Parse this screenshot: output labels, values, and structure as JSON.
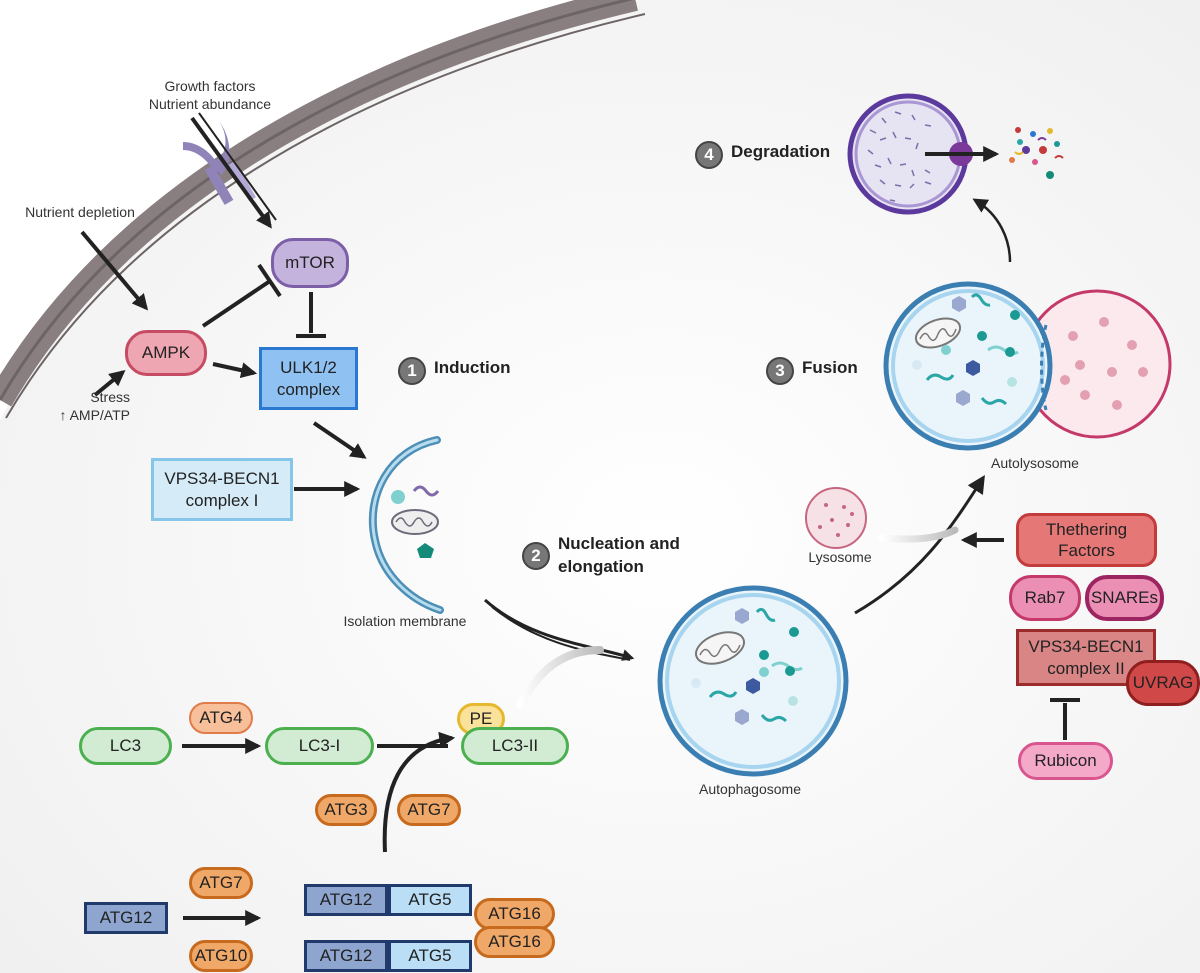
{
  "steps": [
    {
      "number": "1",
      "label": "Induction"
    },
    {
      "number": "2",
      "label": "Nucleation and\nelongation"
    },
    {
      "number": "3",
      "label": "Fusion"
    },
    {
      "number": "4",
      "label": "Degradation"
    }
  ],
  "labels": {
    "growth_factors": "Growth factors\nNutrient abundance",
    "nutrient_depletion": "Nutrient depletion",
    "stress": "Stress\n↑ AMP/ATP",
    "isolation_membrane": "Isolation membrane",
    "autophagosome": "Autophagosome",
    "autolysosome": "Autolysosome",
    "lysosome": "Lysosome"
  },
  "nodes": {
    "mtor": "mTOR",
    "ampk": "AMPK",
    "ulk": "ULK1/2\ncomplex",
    "vps34_1": "VPS34-BECN1\ncomplex I",
    "lc3": "LC3",
    "atg4": "ATG4",
    "lc3_i": "LC3-I",
    "pe": "PE",
    "lc3_ii": "LC3-II",
    "atg3": "ATG3",
    "atg7_a": "ATG7",
    "atg7_b": "ATG7",
    "atg12": "ATG12",
    "atg10": "ATG10",
    "atg12_a": "ATG12",
    "atg5_a": "ATG5",
    "atg16_a": "ATG16",
    "atg12_b": "ATG12",
    "atg5_b": "ATG5",
    "atg16_b": "ATG16",
    "tethering": "Thethering\nFactors",
    "rab7": "Rab7",
    "snares": "SNAREs",
    "vps34_2": "VPS34-BECN1\ncomplex II",
    "uvrag": "UVRAG",
    "rubicon": "Rubicon"
  },
  "colors": {
    "membrane": "#8a7f80",
    "mtor_fill": "#c3b3dd",
    "mtor_border": "#7d5fa8",
    "ampk_fill": "#efa6b3",
    "ampk_border": "#c64c63",
    "ulk_fill": "#8fc1f2",
    "ulk_border": "#2b78d0",
    "vps_fill": "#d5ecf8",
    "vps_border": "#86c6e8",
    "lc3_fill": "#d1ecd2",
    "lc3_border": "#4caf50",
    "orange_fill": "#f0a868",
    "orange_border": "#c76a1e",
    "atg4_fill": "#f7c09a",
    "atg4_border": "#e07b4a",
    "pe_fill": "#fbe29a",
    "pe_border": "#e6b82e",
    "atg12_fill": "#8ea6cf",
    "atg12_border": "#1f3a6b",
    "atg5_fill": "#b9def5",
    "atg5_border": "#1f3a6b",
    "red_fill": "#e57777",
    "red_border": "#c43b3b",
    "magenta_fill": "#ec8fb4",
    "magenta_border": "#b5336f",
    "rubicon_fill": "#f5a9c9",
    "rubicon_border": "#d9558f",
    "vps2_fill": "#d98585",
    "vps2_border": "#9c2b2b"
  }
}
